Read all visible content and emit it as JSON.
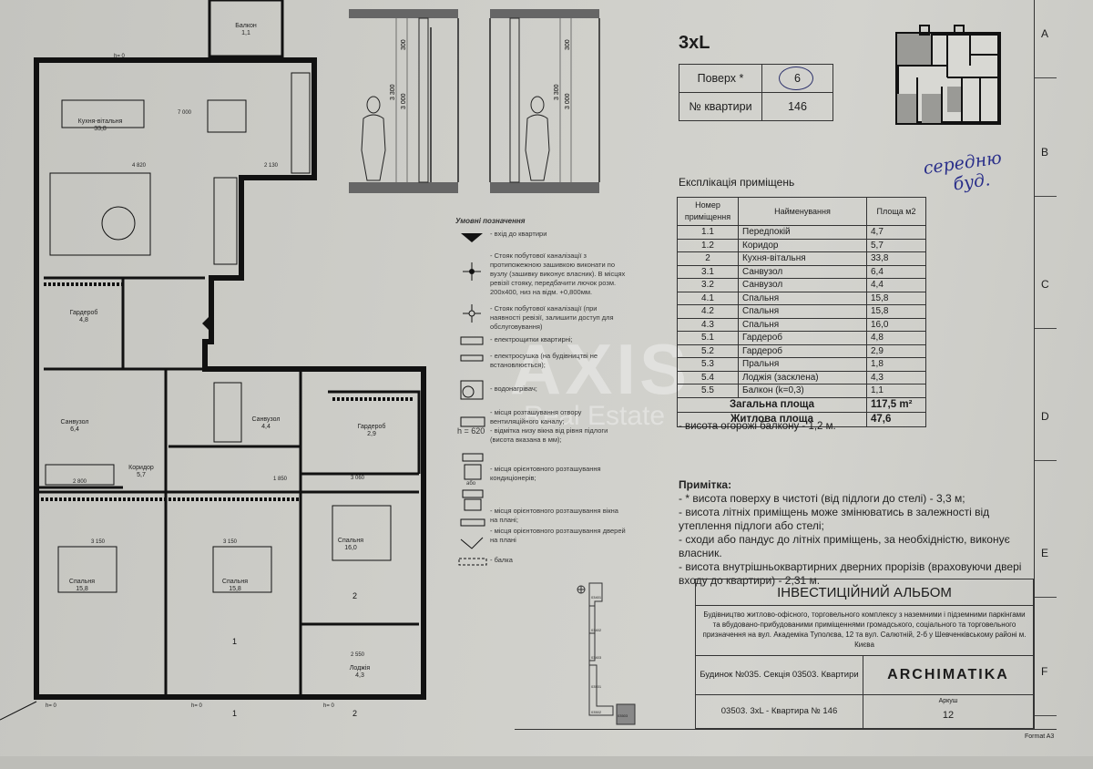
{
  "header": {
    "type_code": "3xL",
    "floor_label": "Поверх *",
    "floor_value": "6",
    "apartment_label": "№ квартири",
    "apartment_value": "146"
  },
  "handwritten_note": [
    "середню",
    "буд."
  ],
  "explication": {
    "title": "Експлікація приміщень",
    "columns": [
      "Номер приміщення",
      "Найменування",
      "Площа м2"
    ],
    "rows": [
      [
        "1.1",
        "Передпокій",
        "4,7"
      ],
      [
        "1.2",
        "Коридор",
        "5,7"
      ],
      [
        "2",
        "Кухня-вітальня",
        "33,8"
      ],
      [
        "3.1",
        "Санвузол",
        "6,4"
      ],
      [
        "3.2",
        "Санвузол",
        "4,4"
      ],
      [
        "4.1",
        "Спальня",
        "15,8"
      ],
      [
        "4.2",
        "Спальня",
        "15,8"
      ],
      [
        "4.3",
        "Спальня",
        "16,0"
      ],
      [
        "5.1",
        "Гардероб",
        "4,8"
      ],
      [
        "5.2",
        "Гардероб",
        "2,9"
      ],
      [
        "5.3",
        "Пральня",
        "1,8"
      ],
      [
        "5.4",
        "Лоджія (засклена)",
        "4,3"
      ],
      [
        "5.5",
        "Балкон (k=0,3)",
        "1,1"
      ]
    ],
    "total_label": "Загальна площа",
    "total_value": "117,5 m²",
    "living_label": "Житлова площа",
    "living_value": "47,6",
    "balcony_note": "- висота огорожі балкону - 1,2 м."
  },
  "notes": {
    "title": "Примітка:",
    "lines": [
      "- * висота поверху в чистоті (від підлоги до стелі) - 3,3 м;",
      "- висота літніх приміщень може змінюватись в залежності від утеплення підлоги або стелі;",
      "- сходи або пандус до літніх приміщень, за необхідністю, виконує власник.",
      "- висота внутрішньоквартирних дверних прорізів (враховуючи двері входу до квартири) - 2,31 м."
    ]
  },
  "legend": {
    "title": "Умовні позначення",
    "items": [
      "- вхід до квартири",
      "- Стояк побутової каналізації з протипожежною зашивкою виконати по вузлу (зашивку виконує власник). В місцях ревізії стояку, передбачити лючок розм. 200x400, низ на відм. +0,800мм.",
      "- Стояк побутової каналізації (при наявності ревізії, залишити доступ для обслуговування)",
      "- електрощитки квартирні;",
      "- електросушка (на будівництві не встановлюється);",
      "- водонагрівач;",
      "- місця розташування отвору вентиляційного каналу;",
      "- відмітка низу вікна від рівня підлоги (висота вказана в мм);",
      "- місця орієнтовного розташування кондиціонерів;",
      "- місця орієнтовного розташування вікна на плані;",
      "- місця орієнтовного розташування дверей на плані",
      "- балка"
    ],
    "h_label": "h = 620",
    "or_label": "або"
  },
  "sections": {
    "dim_total": "3 300",
    "dim_clear": "3 000",
    "dim_top": "300"
  },
  "plan": {
    "rooms": [
      {
        "name": "Кухня-вітальня",
        "area": "33,8"
      },
      {
        "name": "Гардероб",
        "area": "4,8"
      },
      {
        "name": "Санвузол",
        "area": "6,4"
      },
      {
        "name": "Коридор",
        "area": "5,7"
      },
      {
        "name": "Санвузол",
        "area": "4,4"
      },
      {
        "name": "Гардероб",
        "area": "2,9"
      },
      {
        "name": "Спальня",
        "area": "16,0"
      },
      {
        "name": "Спальня",
        "area": "15,8"
      },
      {
        "name": "Спальня",
        "area": "15,8"
      },
      {
        "name": "Лоджія",
        "area": "4,3"
      },
      {
        "name": "Балкон",
        "area": "1,1"
      }
    ],
    "h_marks": [
      "h= 0",
      "h= 0",
      "h= 0",
      "h= 0"
    ],
    "dims": [
      "7 000",
      "4 820",
      "2 130",
      "2 800",
      "3 150",
      "3 150",
      "3 060",
      "2 550",
      "1 850"
    ],
    "section_marks": [
      "1",
      "1",
      "2",
      "2"
    ]
  },
  "watermark": {
    "text": "AXIS",
    "sub": "Real Estate"
  },
  "title_block": {
    "album_title": "ІНВЕСТИЦІЙНИЙ АЛЬБОМ",
    "project_description": "Будівництво житлово-офісного, торговельного комплексу з наземними і підземними паркінгами та вбудовано-прибудованими приміщеннями громадського, соціального та торговельного призначення на вул. Академіка Туполєва, 12 та вул. Салютній, 2-б у Шевченківському районі м. Києва",
    "building": "Будинок №035. Секція 03503. Квартири",
    "logo": "ARCHIMATIKA",
    "sheet_name": "03503. 3xL - Квартира № 146",
    "sheet_label": "Аркуш",
    "sheet_number": "12",
    "format": "Format A3",
    "key_plan_labels": [
      "03401",
      "03402",
      "03403",
      "03501",
      "03502",
      "03503"
    ]
  },
  "frame_letters": [
    "A",
    "B",
    "C",
    "D",
    "E",
    "F"
  ]
}
